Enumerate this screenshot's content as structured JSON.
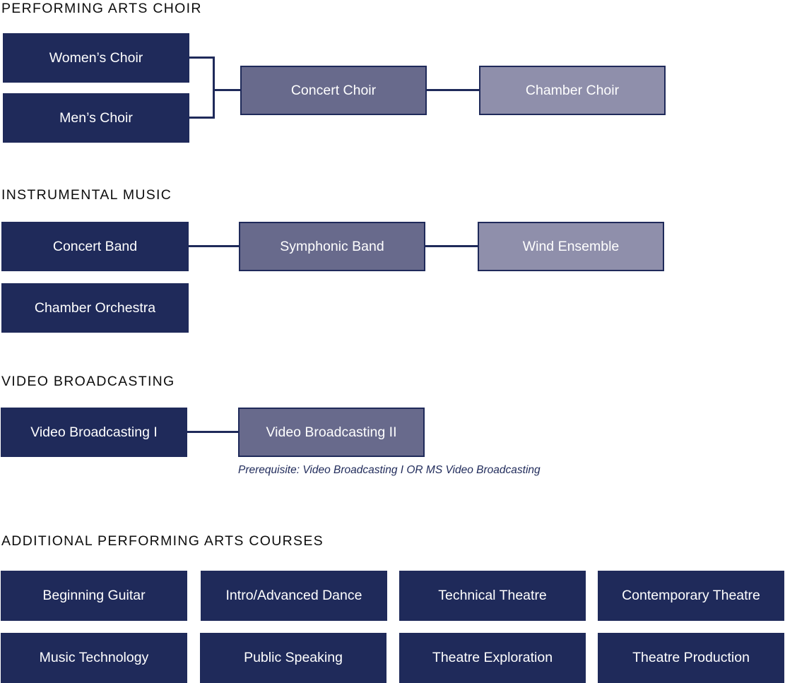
{
  "sections": {
    "choir": {
      "title": "PERFORMING ARTS CHOIR",
      "womens_choir": "Women’s Choir",
      "mens_choir": "Men’s Choir",
      "concert_choir": "Concert Choir",
      "chamber_choir": "Chamber Choir"
    },
    "instrumental": {
      "title": "INSTRUMENTAL MUSIC",
      "concert_band": "Concert Band",
      "symphonic_band": "Symphonic Band",
      "wind_ensemble": "Wind Ensemble",
      "chamber_orchestra": "Chamber Orchestra"
    },
    "video": {
      "title": "VIDEO BROADCASTING",
      "video_1": "Video Broadcasting I",
      "video_2": "Video Broadcasting II",
      "prerequisite": "Prerequisite: Video Broadcasting I OR MS Video Broadcasting"
    },
    "additional": {
      "title": "ADDITIONAL PERFORMING ARTS COURSES",
      "courses": [
        "Beginning Guitar",
        "Intro/Advanced Dance",
        "Technical Theatre",
        "Contemporary Theatre",
        "Music Technology",
        "Public Speaking",
        "Theatre Exploration",
        "Theatre Production"
      ]
    }
  },
  "colors": {
    "level_1": "#1f2a5a",
    "level_2": "#686a8c",
    "level_3": "#8f8fab",
    "connector": "#1f2a5a"
  }
}
